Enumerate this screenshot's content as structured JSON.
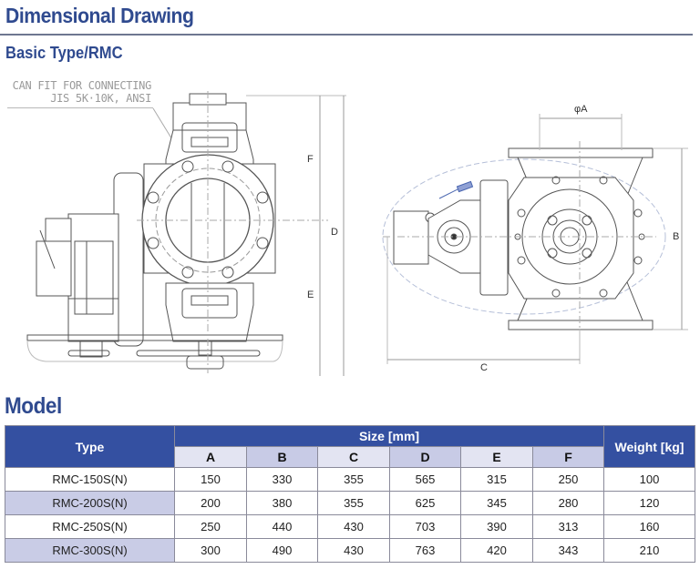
{
  "title": "Dimensional Drawing",
  "subtitle": "Basic Type/RMC",
  "drawing": {
    "note_line1": "CAN FIT FOR CONNECTING",
    "note_line2": "JIS 5K·10K, ANSI",
    "front_labels": {
      "F": "F",
      "D": "D",
      "E": "E"
    },
    "side_labels": {
      "A": "φA",
      "B": "B",
      "C": "C"
    }
  },
  "model_heading": "Model",
  "table": {
    "type_header": "Type",
    "size_header": "Size [mm]",
    "weight_header": "Weight [kg]",
    "columns": [
      "A",
      "B",
      "C",
      "D",
      "E",
      "F"
    ],
    "rows": [
      {
        "type": "RMC-150S(N)",
        "A": "150",
        "B": "330",
        "C": "355",
        "D": "565",
        "E": "315",
        "F": "250",
        "weight": "100"
      },
      {
        "type": "RMC-200S(N)",
        "A": "200",
        "B": "380",
        "C": "355",
        "D": "625",
        "E": "345",
        "F": "280",
        "weight": "120"
      },
      {
        "type": "RMC-250S(N)",
        "A": "250",
        "B": "440",
        "C": "430",
        "D": "703",
        "E": "390",
        "F": "313",
        "weight": "160"
      },
      {
        "type": "RMC-300S(N)",
        "A": "300",
        "B": "490",
        "C": "430",
        "D": "763",
        "E": "420",
        "F": "343",
        "weight": "210"
      }
    ]
  },
  "colors": {
    "heading": "#2f4a8f",
    "header_bg": "#3450a1",
    "sub_header": "#e3e4f2",
    "sub_header_alt": "#c8cbe6"
  }
}
